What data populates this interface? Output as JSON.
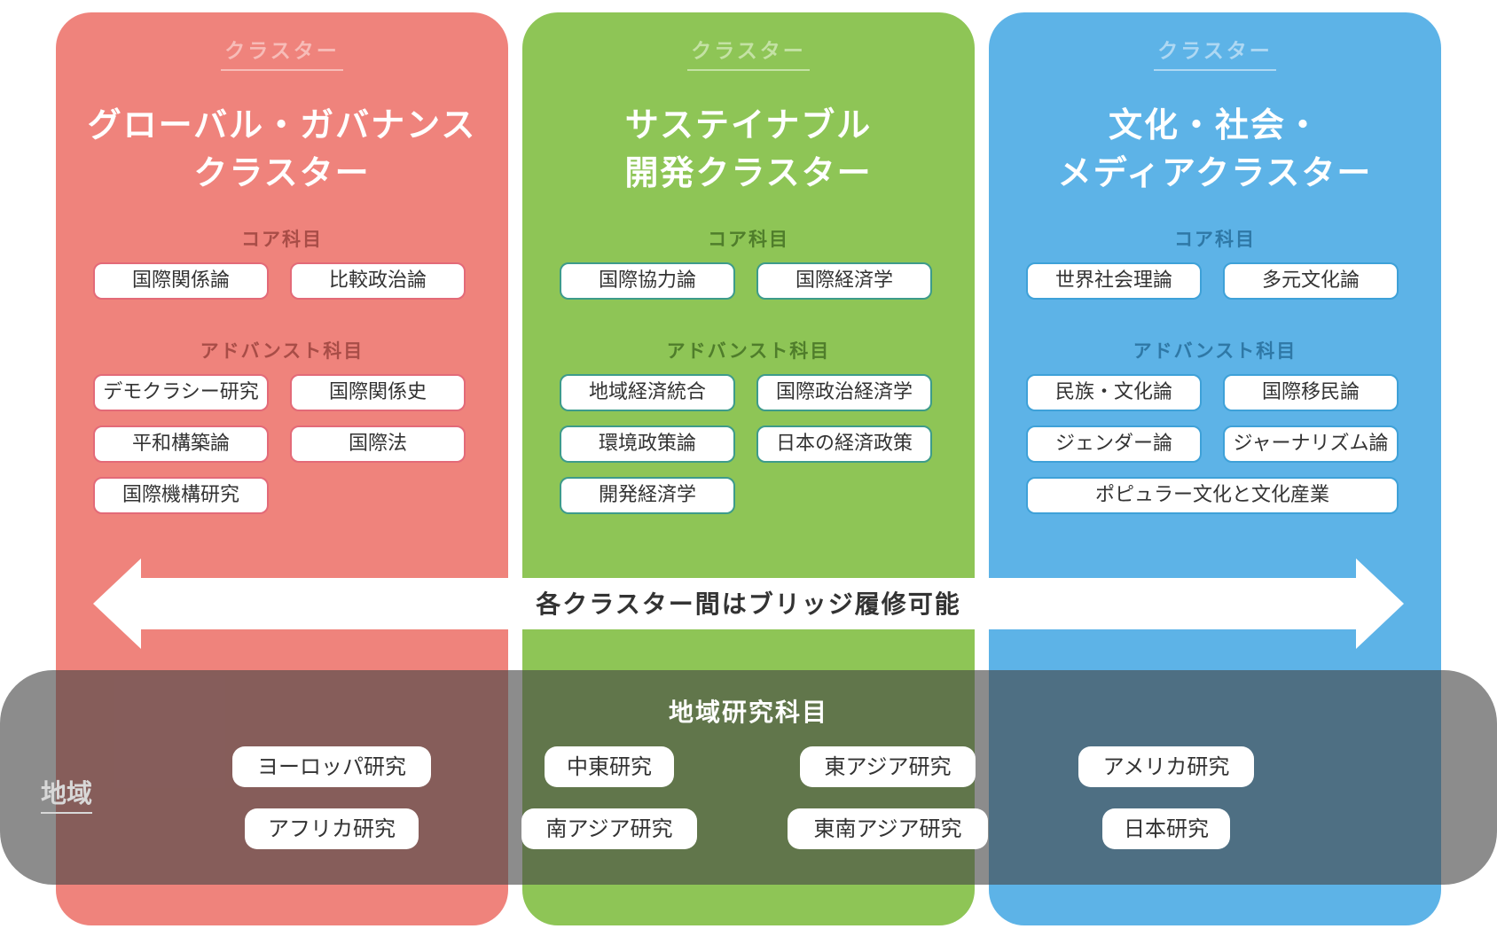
{
  "clusters": [
    {
      "tag": "クラスター",
      "title_line1": "グローバル・ガバナンス",
      "title_line2": "クラスター",
      "core_label": "コア科目",
      "core": [
        "国際関係論",
        "比較政治論"
      ],
      "advanced_label": "アドバンスト科目",
      "advanced": [
        "デモクラシー研究",
        "国際関係史",
        "平和構築論",
        "国際法",
        "国際機構研究"
      ]
    },
    {
      "tag": "クラスター",
      "title_line1": "サステイナブル",
      "title_line2": "開発クラスター",
      "core_label": "コア科目",
      "core": [
        "国際協力論",
        "国際経済学"
      ],
      "advanced_label": "アドバンスト科目",
      "advanced": [
        "地域経済統合",
        "国際政治経済学",
        "環境政策論",
        "日本の経済政策",
        "開発経済学"
      ]
    },
    {
      "tag": "クラスター",
      "title_line1": "文化・社会・",
      "title_line2": "メディアクラスター",
      "core_label": "コア科目",
      "core": [
        "世界社会理論",
        "多元文化論"
      ],
      "advanced_label": "アドバンスト科目",
      "advanced": [
        "民族・文化論",
        "国際移民論",
        "ジェンダー論",
        "ジャーナリズム論",
        "ポピュラー文化と文化産業"
      ]
    }
  ],
  "bridge": {
    "label": "各クラスター間はブリッジ履修可能"
  },
  "regional": {
    "side_label": "地域",
    "title": "地域研究科目",
    "courses": [
      "ヨーロッパ研究",
      "アフリカ研究",
      "中東研究",
      "南アジア研究",
      "東アジア研究",
      "東南アジア研究",
      "アメリカ研究",
      "日本研究"
    ]
  },
  "colors": {
    "cluster_global": "#ef837c",
    "cluster_sustainable": "#8ec556",
    "cluster_culture": "#5db3e7",
    "region_overlay": "#464646"
  }
}
